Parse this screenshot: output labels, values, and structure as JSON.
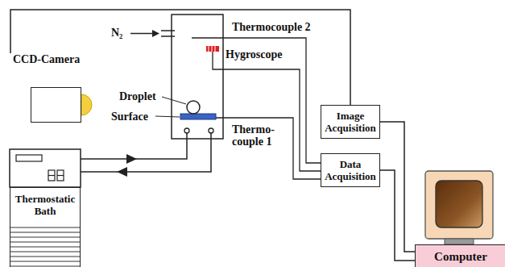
{
  "diagram": {
    "nodes": [
      {
        "text": [
          "CCD-Camera"
        ]
      },
      {
        "text": [
          "Image Acquisition"
        ]
      },
      {
        "text": [
          "Data Acquisition"
        ]
      },
      {
        "text": [
          "Thermostatic Bath"
        ]
      },
      {
        "text": [
          "Computer"
        ]
      }
    ],
    "edges": [
      {
        "from": 0,
        "to": 1,
        "arrow": "none"
      },
      {
        "from": 1,
        "to": 4,
        "arrow": "none"
      },
      {
        "from": 2,
        "to": 4,
        "arrow": "none"
      }
    ],
    "labels": [
      "N₂",
      "Thermocouple 2",
      "Hygroscope",
      "Droplet",
      "Surface",
      "Thermo- couple 1"
    ]
  }
}
